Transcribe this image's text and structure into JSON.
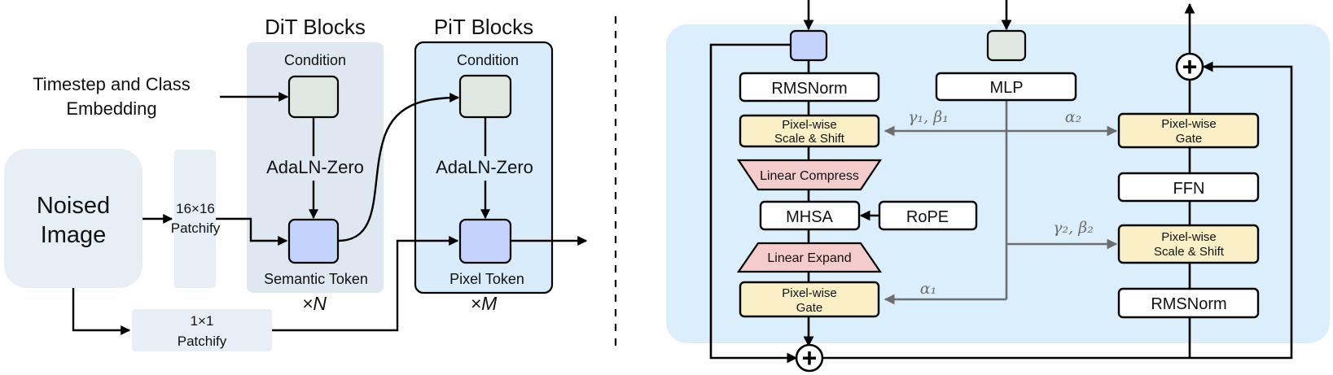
{
  "left": {
    "dit_title": "DiT Blocks",
    "pit_title": "PiT Blocks",
    "embedding_line1": "Timestep and Class",
    "embedding_line2": "Embedding",
    "noised_line1": "Noised",
    "noised_line2": "Image",
    "patchify16_line1": "16×16",
    "patchify16_line2": "Patchify",
    "patchify1_line1": "1×1",
    "patchify1_line2": "Patchify",
    "dit_condition": "Condition",
    "dit_adaln": "AdaLN-Zero",
    "dit_token": "Semantic Token",
    "dit_repeat": "×N",
    "pit_condition": "Condition",
    "pit_adaln": "AdaLN-Zero",
    "pit_token": "Pixel Token",
    "pit_repeat": "×M"
  },
  "right": {
    "rmsnorm_top": "RMSNorm",
    "mlp": "MLP",
    "scale_shift_1a": "Pixel-wise",
    "scale_shift_1b": "Scale & Shift",
    "linear_compress": "Linear Compress",
    "mhsa": "MHSA",
    "rope": "RoPE",
    "linear_expand": "Linear Expand",
    "gate_1a": "Pixel-wise",
    "gate_1b": "Gate",
    "gate_2a": "Pixel-wise",
    "gate_2b": "Gate",
    "ffn": "FFN",
    "scale_shift_2a": "Pixel-wise",
    "scale_shift_2b": "Scale & Shift",
    "rmsnorm_bottom": "RMSNorm",
    "gamma1_beta1": "γ₁, β₁",
    "alpha2": "α₂",
    "gamma2_beta2": "γ₂, β₂",
    "alpha1": "α₁",
    "plus_symbol": "+"
  },
  "colors": {
    "panel_light_blue": "#e8eef6",
    "dit_panel": "#dfe7f1",
    "pit_panel": "#d9ecfb",
    "token_blue": "#c3d3fb",
    "condition_green": "#dfe8e0",
    "yellow_box": "#fbefc6",
    "pink_trapezoid": "#f5cccc",
    "right_panel": "#dbeefc",
    "gray_arrow": "#6e6e6e"
  }
}
